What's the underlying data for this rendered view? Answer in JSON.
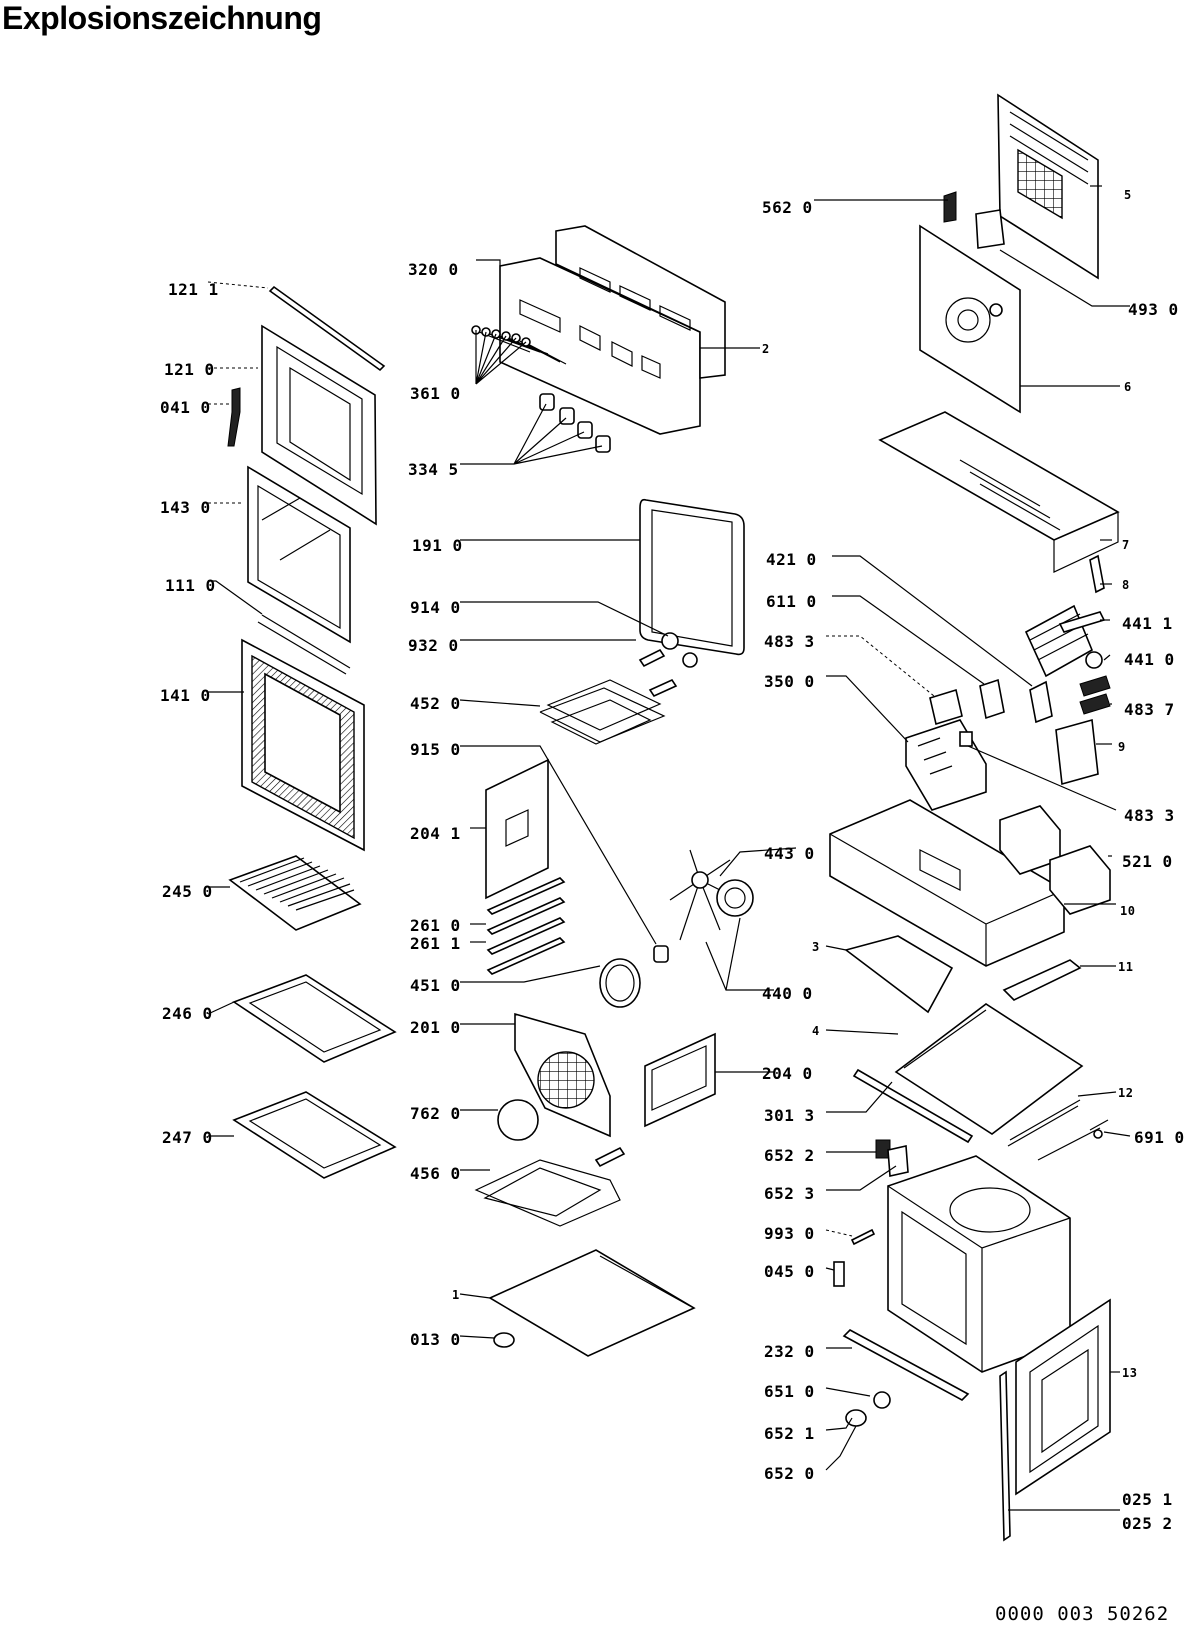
{
  "title": "Explosionszeichnung",
  "drawing_number": "0000 003 50262",
  "labels": {
    "l_562_0": "562 0",
    "l_5": "5",
    "l_493_0": "493 0",
    "l_320_0": "320 0",
    "l_121_1": "121 1",
    "l_2": "2",
    "l_121_0": "121 0",
    "l_041_0": "041 0",
    "l_361_0": "361 0",
    "l_6": "6",
    "l_334_5": "334 5",
    "l_143_0": "143 0",
    "l_191_0": "191 0",
    "l_7": "7",
    "l_421_0": "421 0",
    "l_8": "8",
    "l_111_0": "111 0",
    "l_914_0": "914 0",
    "l_611_0": "611 0",
    "l_441_1": "441 1",
    "l_932_0": "932 0",
    "l_483_3a": "483 3",
    "l_441_0": "441 0",
    "l_141_0": "141 0",
    "l_452_0": "452 0",
    "l_350_0": "350 0",
    "l_483_7": "483 7",
    "l_9": "9",
    "l_915_0": "915 0",
    "l_483_3b": "483 3",
    "l_204_1": "204 1",
    "l_443_0": "443 0",
    "l_521_0": "521 0",
    "l_245_0": "245 0",
    "l_10": "10",
    "l_261_0": "261 0",
    "l_261_1": "261 1",
    "l_3": "3",
    "l_11": "11",
    "l_451_0": "451 0",
    "l_440_0": "440 0",
    "l_246_0": "246 0",
    "l_201_0": "201 0",
    "l_4": "4",
    "l_204_0": "204 0",
    "l_12": "12",
    "l_762_0": "762 0",
    "l_301_3": "301 3",
    "l_247_0": "247 0",
    "l_691_0": "691 0",
    "l_652_2": "652 2",
    "l_456_0": "456 0",
    "l_652_3": "652 3",
    "l_993_0": "993 0",
    "l_045_0": "045 0",
    "l_1": "1",
    "l_013_0": "013 0",
    "l_232_0": "232 0",
    "l_13": "13",
    "l_651_0": "651 0",
    "l_652_1": "652 1",
    "l_652_0": "652 0",
    "l_025_1": "025 1",
    "l_025_2": "025 2"
  }
}
